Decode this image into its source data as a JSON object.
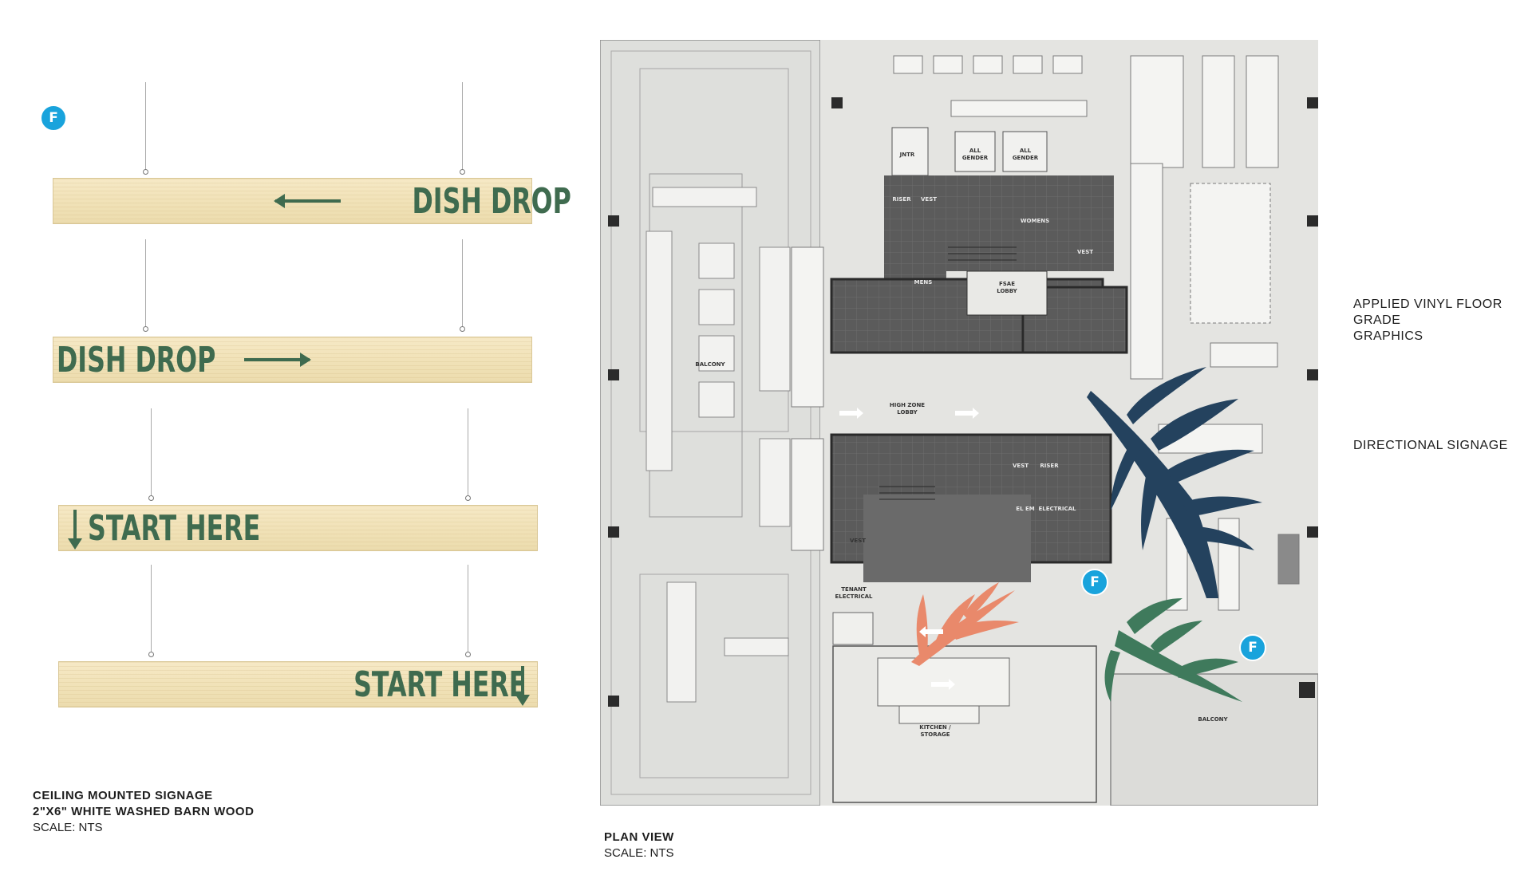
{
  "signage": {
    "badge": "F",
    "boards": [
      {
        "text": "DISH DROP",
        "arrow": "left"
      },
      {
        "text": "DISH DROP",
        "arrow": "right"
      },
      {
        "text": "START HERE",
        "arrow": "down-before"
      },
      {
        "text": "START HERE",
        "arrow": "down-after"
      }
    ],
    "caption": {
      "line1": "CEILING MOUNTED SIGNAGE",
      "line2": "2\"X6\" WHITE WASHED BARN WOOD",
      "line3": "SCALE: NTS"
    }
  },
  "plan": {
    "caption": {
      "title": "PLAN VIEW",
      "scale": "SCALE: NTS"
    },
    "badges": [
      "F",
      "F"
    ],
    "rooms": {
      "jntr": "JNTR",
      "all_gender_1": "ALL\nGENDER",
      "all_gender_2": "ALL\nGENDER",
      "riser_top": "RISER",
      "vest_top": "VEST",
      "womens": "WOMENS",
      "vest_right": "VEST",
      "mens": "MENS",
      "fsae_lobby": "FSAE\nLOBBY",
      "balcony_left": "BALCONY",
      "high_zone_lobby": "HIGH ZONE\nLOBBY",
      "vest_mid": "VEST",
      "riser_mid": "RISER",
      "el_em": "EL EM",
      "electrical": "ELECTRICAL",
      "vest_low": "VEST",
      "tenant_electrical": "TENANT\nELECTRICAL",
      "kitchen_storage": "KITCHEN /\nSTORAGE",
      "balcony_right": "BALCONY"
    },
    "graphics_colors": {
      "navy_leaf": "#24425e",
      "coral_leaf": "#e9896b",
      "green_leaf": "#3f7a5c",
      "badge": "#19a3dc"
    }
  },
  "notes": {
    "floor_graphics": "APPLIED VINYL FLOOR GRADE\nGRAPHICS",
    "directional": "DIRECTIONAL SIGNAGE"
  }
}
